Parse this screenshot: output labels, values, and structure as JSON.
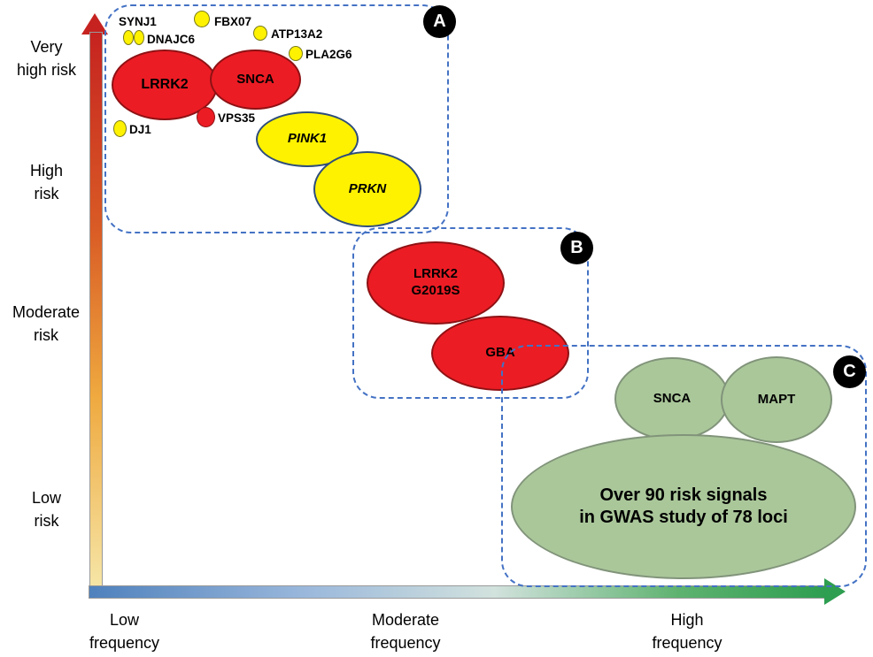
{
  "colors": {
    "red_fill": "#ec1c24",
    "red_border": "#8e1114",
    "yellow_fill": "#fff200",
    "yellow_border": "#2e4d7b",
    "yellow_border_small": "#7a7a1a",
    "green_fill": "#aac79a",
    "green_border": "#81947a",
    "dash": "#4472c4",
    "badge_bg": "#000000",
    "badge_text": "#ffffff"
  },
  "y_axis": {
    "labels": [
      "Very\nhigh risk",
      "High\nrisk",
      "Moderate\nrisk",
      "Low\nrisk"
    ],
    "gradient": [
      "#c62320",
      "#f6e7a9"
    ]
  },
  "x_axis": {
    "labels": [
      "Low\nfrequency",
      "Moderate\nfrequency",
      "High\nfrequency"
    ],
    "gradient": [
      "#4f81bd",
      "#2e9e50"
    ]
  },
  "groups": {
    "a": {
      "badge": "A",
      "markers": [
        {
          "label": "SYNJ1"
        },
        {
          "label": "DNAJC6"
        },
        {
          "label": "FBX07"
        },
        {
          "label": "ATP13A2"
        },
        {
          "label": "PLA2G6"
        },
        {
          "label": "VPS35"
        },
        {
          "label": "DJ1"
        }
      ],
      "ellipses": [
        {
          "label": "LRRK2"
        },
        {
          "label": "SNCA"
        },
        {
          "label": "PINK1"
        },
        {
          "label": "PRKN"
        }
      ]
    },
    "b": {
      "badge": "B",
      "ellipses": [
        {
          "label": "LRRK2\nG2019S"
        },
        {
          "label": "GBA"
        }
      ]
    },
    "c": {
      "badge": "C",
      "ellipses": [
        {
          "label": "SNCA"
        },
        {
          "label": "MAPT"
        },
        {
          "label": "Over 90 risk signals\nin GWAS study of 78 loci"
        }
      ]
    }
  }
}
